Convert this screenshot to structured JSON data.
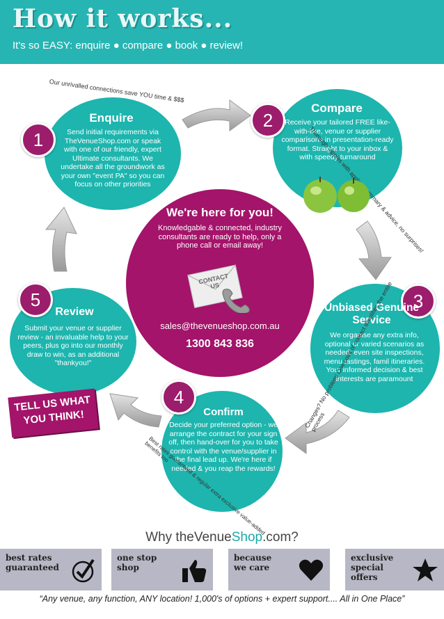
{
  "header": {
    "title": "How it works...",
    "subtitle": "It's so EASY: enquire ● compare ● book ● review!"
  },
  "center": {
    "title": "We're here for you!",
    "body": "Knowledgable & connected, industry consultants are ready to help, only a phone call or email away!",
    "envelope_label": "CONTACT US",
    "email": "sales@thevenueshop.com.au",
    "phone": "1300 843 836"
  },
  "steps": [
    {
      "number": "1",
      "title": "Enquire",
      "body": "Send initial requirements via TheVenueShop.com or speak with one of our friendly, expert Ultimate consultants. We undertake all the groundwork as your own \"event PA\" so you can focus on other priorities",
      "arc": "Our unrivalled connections save YOU time & $$$"
    },
    {
      "number": "2",
      "title": "Compare",
      "body": "Receive your tailored FREE like-with-like, venue or supplier comparisons in presentation-ready format. Straight to your inbox & with speedy turnaround",
      "arc": "Thorough \"apples with apples\" summary & advice, no surprises!"
    },
    {
      "number": "3",
      "title": "Unbiased Genuine Service",
      "body": "We organise any extra info, optional or varied scenarios as needed: even site inspections, menu tastings, famil itineraries. Your informed decision & best interests are paramount",
      "arc": "Changes? No problem! One point of contact simplifies the entire process"
    },
    {
      "number": "4",
      "title": "Confirm",
      "body": "Decide your preferred option - we arrange the contract for your sign off, then hand-over for you to take control with the venue/supplier in the final lead up. We're here if needed & you reap the rewards!",
      "arc": "Best rates guaranteed & regular extra exclusive value-added benefits too"
    },
    {
      "number": "5",
      "title": "Review",
      "body": "Submit your venue or supplier review - an invaluable help to your peers, plus go into our monthly draw to win, as an additional \"thankyou!\""
    }
  ],
  "tell_us": "TELL US WHAT YOU THINK!",
  "why": {
    "prefix": "Why theVenue",
    "brand": "Shop",
    "suffix": ".com?"
  },
  "badges": [
    {
      "text": "best rates guaranteed",
      "icon": "check-icon"
    },
    {
      "text": "one stop shop",
      "icon": "thumbs-up-icon"
    },
    {
      "text": "because we care",
      "icon": "heart-icon"
    },
    {
      "text": "exclusive special offers",
      "icon": "star-icon"
    }
  ],
  "footer": "“Any venue, any function, ANY location! 1,000's of options + expert support.... All in One Place”",
  "colors": {
    "teal": "#1db5ae",
    "purple": "#a3146a",
    "header": "#27b5b3"
  }
}
